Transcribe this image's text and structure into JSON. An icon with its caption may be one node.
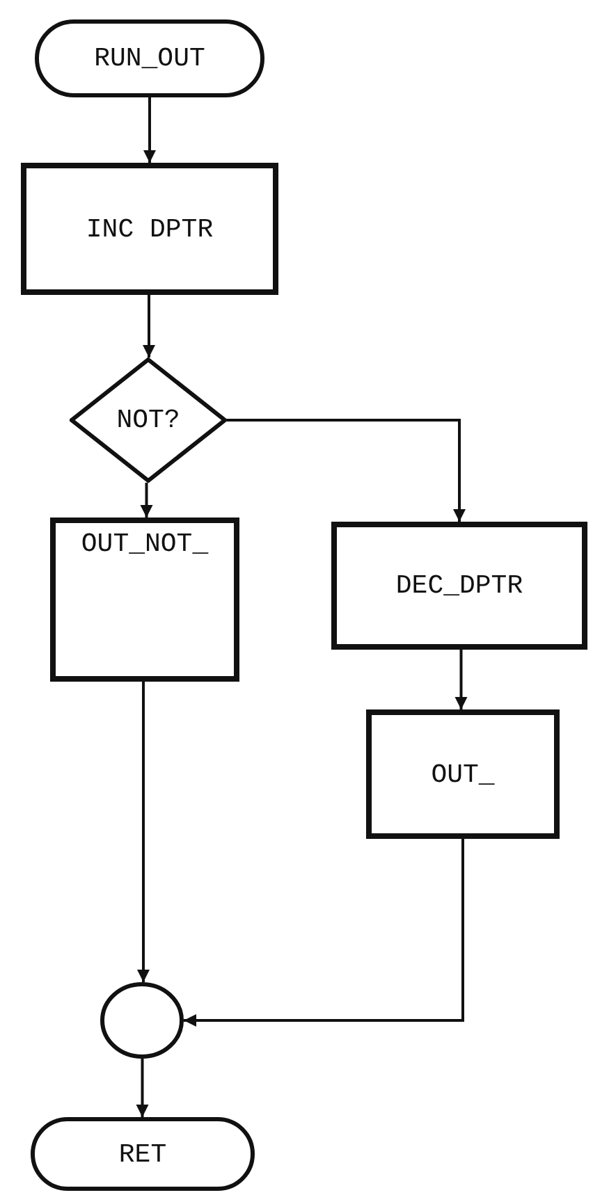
{
  "diagram": {
    "nodes": [
      {
        "text": [
          "RUN_OUT"
        ]
      },
      {
        "text": [
          "INC DPTR"
        ]
      },
      {
        "text": [
          "NOT?"
        ]
      },
      {
        "text": [
          "OUT_NOT_"
        ]
      },
      {
        "text": [
          "DEC_DPTR"
        ]
      },
      {
        "text": [
          "OUT_"
        ]
      },
      {
        "text": [],
        "shape": "circle"
      },
      {
        "text": [
          "RET"
        ]
      }
    ],
    "edges": [
      {
        "from": 0,
        "to": 1,
        "arrow": "to"
      },
      {
        "from": 1,
        "to": 2,
        "arrow": "to"
      },
      {
        "from": 2,
        "to": 3,
        "arrow": "to"
      },
      {
        "from": 2,
        "to": 4,
        "arrow": "to"
      },
      {
        "from": 3,
        "to": 6,
        "arrow": "to"
      },
      {
        "from": 4,
        "to": 5,
        "arrow": "to"
      },
      {
        "from": 5,
        "to": 6,
        "arrow": "to"
      },
      {
        "from": 6,
        "to": 7,
        "arrow": "to"
      }
    ]
  }
}
